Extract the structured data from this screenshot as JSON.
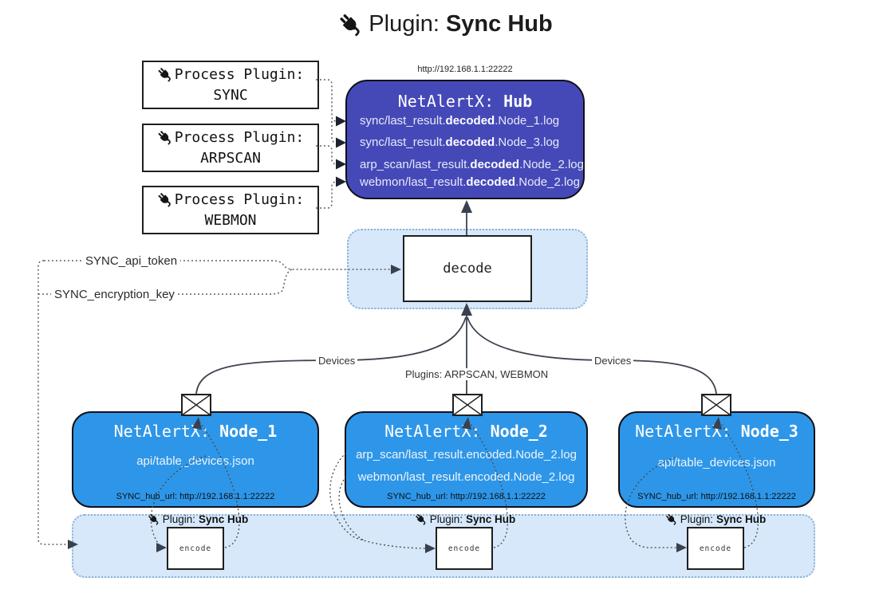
{
  "title": {
    "icon": "plug-icon",
    "prefix": "Plugin: ",
    "bold": "Sync Hub"
  },
  "process_plugins": [
    {
      "icon": "plug-icon",
      "label": "Process Plugin:",
      "name": "SYNC"
    },
    {
      "icon": "plug-icon",
      "label": "Process Plugin:",
      "name": "ARPSCAN"
    },
    {
      "icon": "plug-icon",
      "label": "Process Plugin:",
      "name": "WEBMON"
    }
  ],
  "hub": {
    "url": "http://192.168.1.1:22222",
    "title_prefix": "NetAlertX: ",
    "title_bold": "Hub",
    "files": [
      {
        "pre": "sync/last_result.",
        "bold": "decoded",
        "post": ".Node_1.log"
      },
      {
        "pre": "sync/last_result.",
        "bold": "decoded",
        "post": ".Node_3.log"
      },
      {
        "pre": "arp_scan/last_result.",
        "bold": "decoded",
        "post": ".Node_2.log"
      },
      {
        "pre": "webmon/last_result.",
        "bold": "decoded",
        "post": ".Node_2.log"
      }
    ]
  },
  "decode": {
    "label": "decode"
  },
  "secrets": {
    "api_token": "SYNC_api_token",
    "encryption_key": "SYNC_encryption_key"
  },
  "edges": {
    "left": "Devices",
    "middle": "Plugins: ARPSCAN, WEBMON",
    "right": "Devices"
  },
  "nodes": [
    {
      "title_prefix": "NetAlertX: ",
      "title_bold": "Node_1",
      "files": [
        "api/table_devices.json"
      ],
      "hub_url": "SYNC_hub_url: http://192.168.1.1:22222"
    },
    {
      "title_prefix": "NetAlertX: ",
      "title_bold": "Node_2",
      "files": [
        "arp_scan/last_result.encoded.Node_2.log",
        "webmon/last_result.encoded.Node_2.log"
      ],
      "hub_url": "SYNC_hub_url: http://192.168.1.1:22222"
    },
    {
      "title_prefix": "NetAlertX: ",
      "title_bold": "Node_3",
      "files": [
        "api/table_devices.json"
      ],
      "hub_url": "SYNC_hub_url: http://192.168.1.1:22222"
    }
  ],
  "encode_groups": [
    {
      "icon": "plug-icon",
      "label_prefix": "Plugin: ",
      "label_bold": "Sync Hub",
      "box": "encode"
    },
    {
      "icon": "plug-icon",
      "label_prefix": "Plugin: ",
      "label_bold": "Sync Hub",
      "box": "encode"
    },
    {
      "icon": "plug-icon",
      "label_prefix": "Plugin: ",
      "label_bold": "Sync Hub",
      "box": "encode"
    }
  ],
  "icons": {
    "plug": "power-plug glyph",
    "envelope": "mail envelope glyph"
  },
  "colors": {
    "hub_fill": "#4549b8",
    "node_fill": "#2e96e8",
    "panel_fill": "#d6e8fa",
    "panel_border": "#8fb0d4",
    "box_border": "#101018",
    "text_on_dark": "#ffffff"
  }
}
